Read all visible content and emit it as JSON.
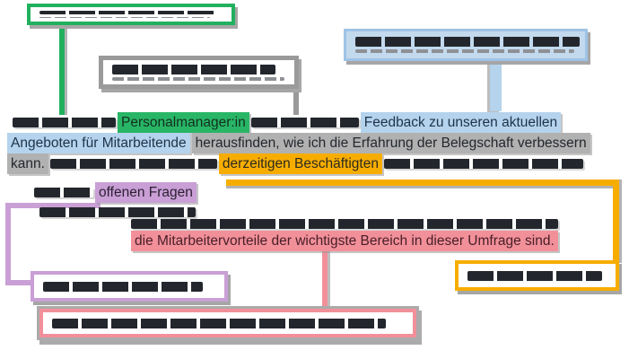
{
  "diagram": {
    "type": "annotated-prompt-anatomy",
    "language": "German",
    "paragraph": {
      "spans": {
        "persona": "Personalmanager:in",
        "context_line1": "Feedback zu unseren aktuellen",
        "context_line2": "Angeboten für Mitarbeitende",
        "task_line1": "herausfinden, wie ich die Erfahrung der Belegschaft verbessern",
        "task_line2": "kann.",
        "audience": "derzeitigen Beschäftigten",
        "question_type": "offenen Fragen",
        "emphasis": "die Mitarbeitervorteile der wichtigste Bereich in dieser Umfrage sind."
      },
      "redacted_segments": "illegible dark text between highlights"
    },
    "callouts": {
      "green_top_left": {
        "redacted": true
      },
      "gray_top": {
        "redacted": true
      },
      "blue_top_right": {
        "redacted": true,
        "lines": 2
      },
      "yellow_right": {
        "redacted": true
      },
      "purple_bottom_left": {
        "redacted": true
      },
      "salmon_bottom": {
        "redacted": true
      }
    },
    "colors": {
      "green": "#21b15e",
      "blue_fill": "#c3d9ee",
      "blue_border": "#9ec3e6",
      "blue_highlight": "#b5d3ec",
      "gray": "#9a9a9a",
      "gray_highlight": "#b1b1b1",
      "yellow": "#f7ad00",
      "purple": "#c99fd6",
      "salmon": "#f2909a",
      "dark_text": "#23272d"
    }
  }
}
